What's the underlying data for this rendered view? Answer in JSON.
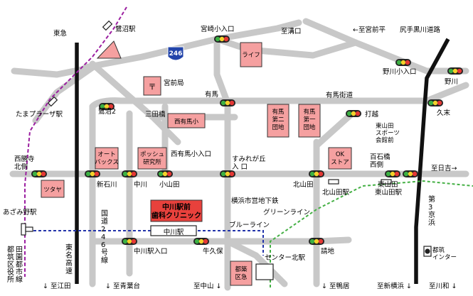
{
  "labels": {
    "tokyu": "東急",
    "sagisawa_st": "鷺沼駅",
    "miyazaki_iriguchi": "宮崎小入口",
    "to_mizonokuchi": "至溝口",
    "to_miyamaedaira": "←至宮前平",
    "shiriteguro": "尻手黒川道路",
    "route_246": "246",
    "life": "ライフ",
    "tama_plaza": "たまプラーザ駅",
    "sagisawa2": "鷺沼2",
    "miyamae_kyoku": "宮前局",
    "post": "〒",
    "arima_iriguchi": "有馬",
    "arima_kaido": "有馬街道",
    "nogawa_iriguchi": "野川小入口",
    "nogawa": "野川",
    "mitabashi": "三田橋",
    "nishi_arima_sho": "西有馬小",
    "arima_daini": "有馬\n第二\n団地",
    "arima_daiichi": "有馬\n第一\n団地",
    "uchikoshi": "打越",
    "kumatsu": "久末",
    "higashiyamata_sports": "東山田\nスポーツ\n会館前",
    "nishikatsu": "西勝寺\n北側",
    "orix": "オート\nバックス",
    "poshu": "ポッシュ\n研究所",
    "nishi_arima_iriguchi": "西有馬小入口",
    "sumiregaoka": "すみれが丘\n入 口",
    "ok_store": "OK\nストア",
    "momoishibashi": "百石橋\n西側",
    "to_hiyoshi": "至日吉→",
    "tsutaya": "ツタヤ",
    "shinishikawa": "新石川",
    "nakagawa_sig": "中川",
    "koyamada": "小山田",
    "kitayamada": "北山田",
    "higashiyamada": "東山田",
    "kitayamada_st": "北山田駅",
    "higashiyamada_st": "東山田駅",
    "subway": "横浜市営地下鉄",
    "green_line": "グリーンライン",
    "blue_line": "ブルーライン",
    "clinic": "中川駅前\n歯科クリニック",
    "nakagawa_st": "中川駅",
    "azamino": "あざみ野駅",
    "kokudo246": "国道246号線",
    "tomei": "東名高速",
    "denentoshi": "田園都市線",
    "nakagawa_iriguchi": "中川駅入口",
    "ushikubo": "牛久保",
    "center_kita": "センター北駅",
    "tsuzuki_ku": "都筑区役所",
    "tsuzuki_kyu": "都築\n区急",
    "shinchi": "請地",
    "daisan_keihin": "第3京浜",
    "tsuzuki_ic": "都筑\nインター",
    "to_eda": "↓ 至江田",
    "to_aobadai": "↓ 至青葉台",
    "to_nakayama": "至中山 ↓",
    "to_kamoi": "↓ 至鴨居",
    "to_shinyokohama": "至新横浜 ↓",
    "to_kawawa": "至川和 ↓"
  },
  "colors": {
    "road": "#c8c8c8",
    "expressway": "#111111",
    "building_fill": "#f5a0a0",
    "clinic_fill": "#e8413c",
    "tokyu_line": "#9b1fa0",
    "blue_line": "#2233aa",
    "green_line": "#44b044",
    "signal_green": "#3cb043",
    "signal_yellow": "#f4d22b",
    "signal_red": "#e53935"
  }
}
